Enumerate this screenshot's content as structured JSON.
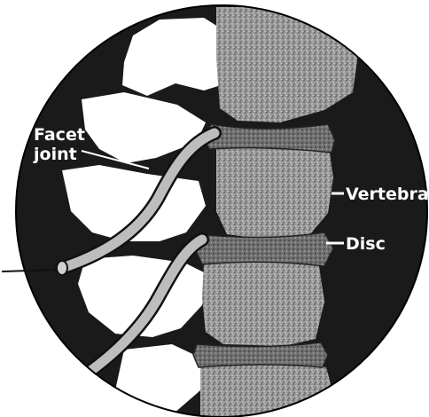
{
  "labels": {
    "facet_line1": "Facet",
    "facet_line2": "joint",
    "vertebra": "Vertebra",
    "disc": "Disc"
  },
  "colors": {
    "background": "#1a1a1a",
    "bone": "#ffffff",
    "vertebra_texture": "#9a9a9a",
    "disc": "#6f6f6f",
    "nerve": "#bdbdbd",
    "label_text": "#ffffff"
  }
}
